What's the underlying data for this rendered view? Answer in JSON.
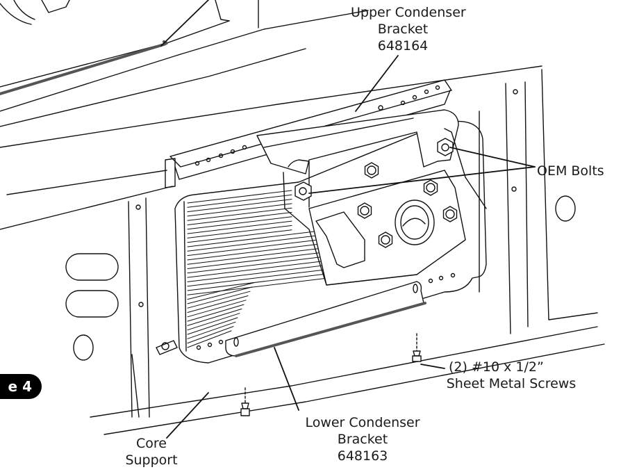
{
  "figure": {
    "badge": "e 4",
    "labels": {
      "upper_bracket": [
        "Upper Condenser",
        "Bracket",
        "648164"
      ],
      "oem_bolts": "OEM Bolts",
      "screws": [
        "(2) #10 x 1/2”",
        "Sheet Metal Screws"
      ],
      "lower_bracket": [
        "Lower Condenser",
        "Bracket",
        "648163"
      ],
      "core_support": [
        "Core",
        "Support"
      ]
    }
  }
}
